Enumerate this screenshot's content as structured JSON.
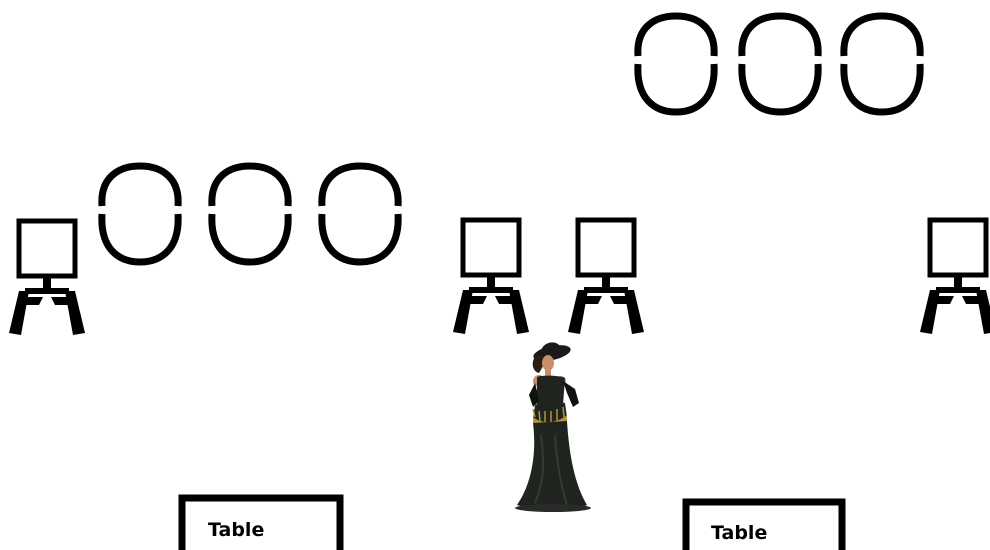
{
  "scene": {
    "background": "#ffffff",
    "ink_color": "#000000",
    "figure": {
      "icon": "woman-in-black-evening-gown",
      "dress_color": "#1f241f",
      "trim_color": "#b5913f",
      "skin_color": "#c98f6c"
    },
    "mirrors": {
      "icon": "oval-mirror-frame",
      "count": 6
    },
    "easels": {
      "icon": "easel-with-canvas",
      "count": 4
    },
    "tables": [
      {
        "label": "Table"
      },
      {
        "label": "Table"
      }
    ]
  }
}
